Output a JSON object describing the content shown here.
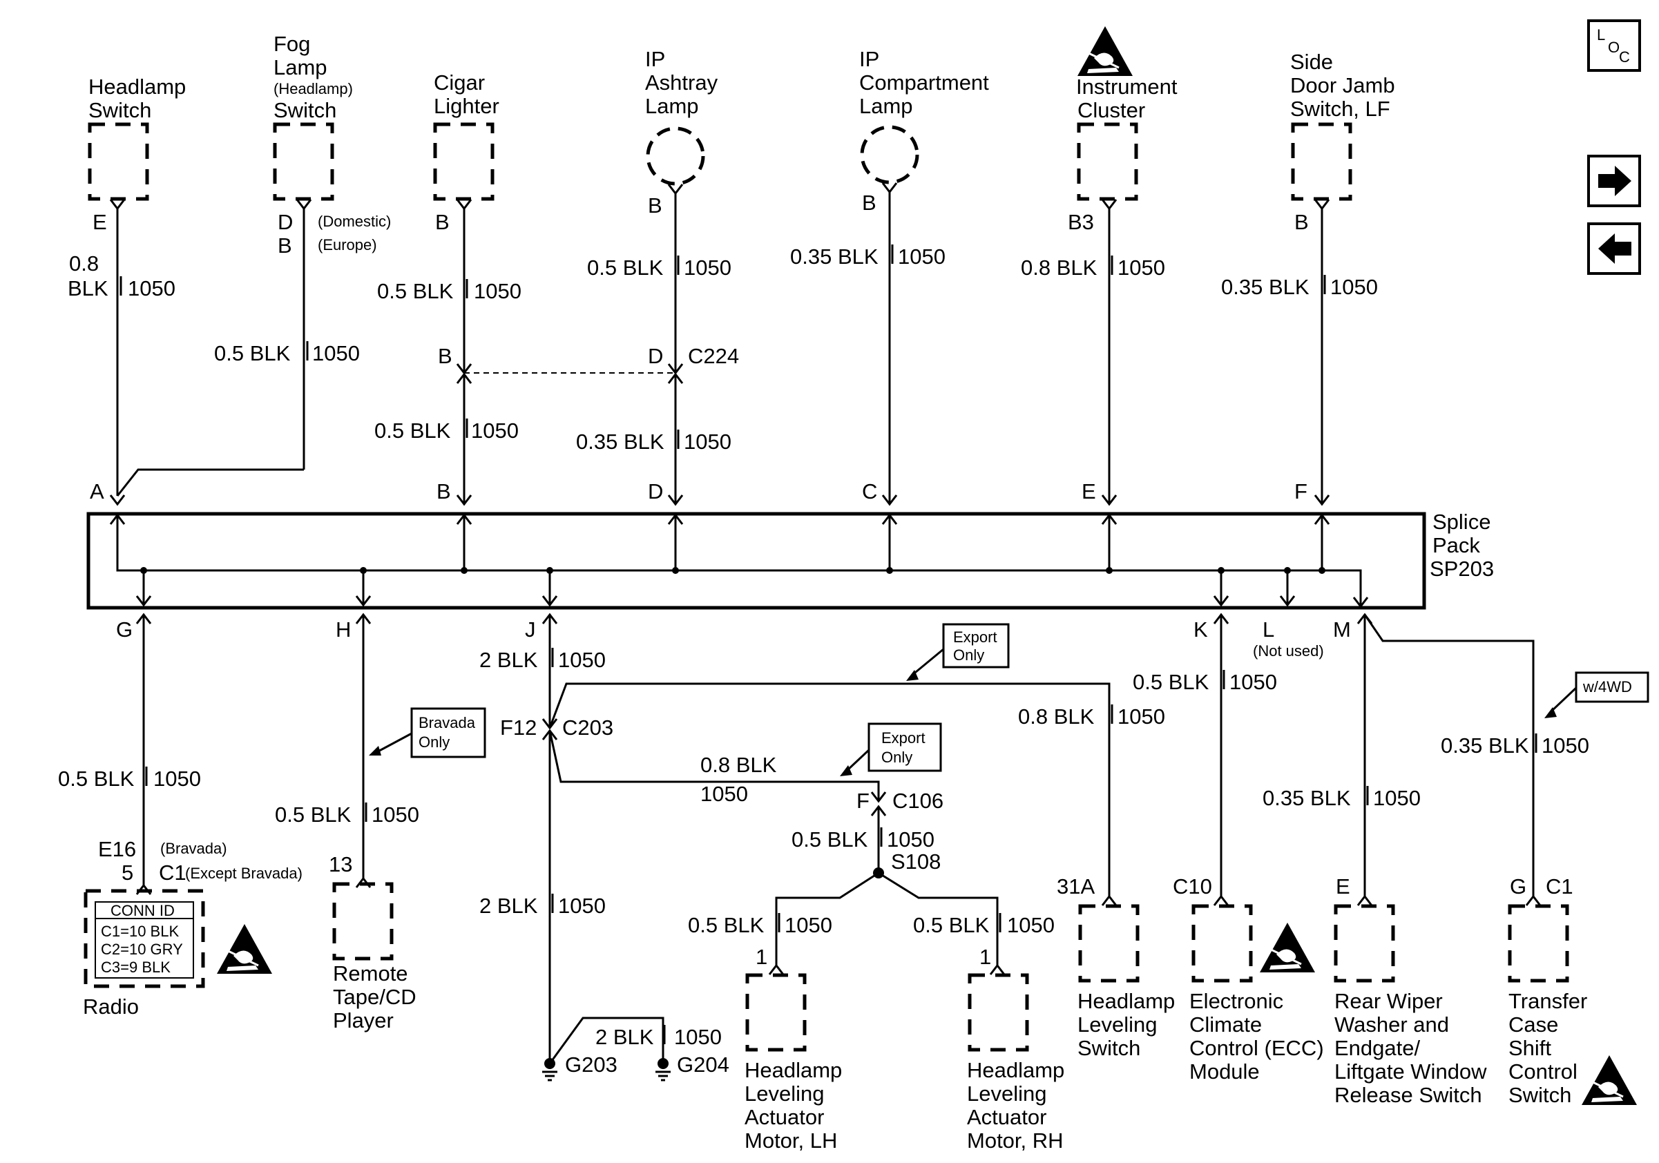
{
  "components": {
    "headlamp_switch": {
      "name": [
        "Headlamp",
        "Switch"
      ],
      "pin": "E",
      "wire": [
        "0.8",
        "BLK",
        "1050"
      ]
    },
    "fog_lamp_switch": {
      "name": [
        "Fog",
        "Lamp",
        "(Headlamp)",
        "Switch"
      ],
      "pin_d": "D",
      "pin_b": "B",
      "note_domestic": "(Domestic)",
      "note_europe": "(Europe)",
      "wire": [
        "0.5 BLK",
        "1050"
      ]
    },
    "cigar_lighter": {
      "name": [
        "Cigar",
        "Lighter"
      ],
      "pin": "B",
      "wire_top": [
        "0.5 BLK",
        "1050"
      ],
      "wire_bottom": [
        "0.5 BLK",
        "1050"
      ],
      "conn_pin": "B"
    },
    "ip_ashtray_lamp": {
      "name": [
        "IP",
        "Ashtray",
        "Lamp"
      ],
      "pin": "B",
      "wire_top": [
        "0.5 BLK",
        "1050"
      ],
      "conn_pin": "D",
      "connector": "C224",
      "wire_bottom": [
        "0.35 BLK",
        "1050"
      ]
    },
    "ip_compartment_lamp": {
      "name": [
        "IP",
        "Compartment",
        "Lamp"
      ],
      "pin": "B",
      "wire": [
        "0.35 BLK",
        "1050"
      ]
    },
    "instrument_cluster": {
      "name": [
        "Instrument",
        "Cluster"
      ],
      "pin": "B3",
      "wire": [
        "0.8 BLK",
        "1050"
      ]
    },
    "side_door_jamb_switch": {
      "name": [
        "Side",
        "Door Jamb",
        "Switch, LF"
      ],
      "pin": "B",
      "wire": [
        "0.35 BLK",
        "1050"
      ]
    },
    "radio": {
      "name": "Radio",
      "pin_e16": "E16",
      "note_bravada": "(Bravada)",
      "pin_5": "5",
      "pin_c1": "C1",
      "note_except": "(Except Bravada)",
      "wire": [
        "0.5 BLK",
        "1050"
      ],
      "conn_id": {
        "title": "CONN ID",
        "rows": [
          "C1=10 BLK",
          "C2=10 GRY",
          "C3=9 BLK"
        ]
      }
    },
    "remote_tape_cd": {
      "name": [
        "Remote",
        "Tape/CD",
        "Player"
      ],
      "pin": "13",
      "wire": [
        "0.5 BLK",
        "1050"
      ],
      "note": [
        "Bravada",
        "Only"
      ]
    },
    "headlamp_leveling_switch": {
      "name": [
        "Headlamp",
        "Leveling",
        "Switch"
      ],
      "pin": "31A",
      "wire": [
        "0.8 BLK",
        "1050"
      ]
    },
    "ecc_module": {
      "name": [
        "Electronic",
        "Climate",
        "Control (ECC)",
        "Module"
      ],
      "pin": "C10",
      "wire": [
        "0.5 BLK",
        "1050"
      ]
    },
    "rear_wiper_switch": {
      "name": [
        "Rear Wiper",
        "Washer and",
        "Endgate/",
        "Liftgate Window",
        "Release Switch"
      ],
      "pin": "E",
      "wire": [
        "0.35 BLK",
        "1050"
      ]
    },
    "transfer_case_switch": {
      "name": [
        "Transfer",
        "Case",
        "Shift",
        "Control",
        "Switch"
      ],
      "pin": "G",
      "pin_c1": "C1",
      "wire": [
        "0.35 BLK",
        "1050"
      ],
      "note": "w/4WD"
    },
    "actuator_lh": {
      "name": [
        "Headlamp",
        "Leveling",
        "Actuator",
        "Motor, LH"
      ],
      "pin": "1",
      "wire": [
        "0.5 BLK",
        "1050"
      ]
    },
    "actuator_rh": {
      "name": [
        "Headlamp",
        "Leveling",
        "Actuator",
        "Motor, RH"
      ],
      "pin": "1",
      "wire": [
        "0.5 BLK",
        "1050"
      ]
    }
  },
  "splice_pack": {
    "name": [
      "Splice",
      "Pack",
      "SP203"
    ],
    "top_pins": [
      "A",
      "B",
      "D",
      "C",
      "E",
      "F"
    ],
    "bottom_pins": {
      "g": "G",
      "h": "H",
      "j": "J",
      "k": "K",
      "l": "L",
      "m": "M"
    },
    "not_used": "(Not used)"
  },
  "j_branch": {
    "wire_top": [
      "2 BLK",
      "1050"
    ],
    "connector_pin": "F12",
    "connector": "C203",
    "wire_ground": [
      "2 BLK",
      "1050"
    ],
    "wire_ground_link": [
      "2 BLK",
      "1050"
    ],
    "grounds": [
      "G203",
      "G204"
    ],
    "export_note_1": [
      "Export",
      "Only"
    ],
    "export_note_2": [
      "Export",
      "Only"
    ],
    "wire_c106": [
      "0.8 BLK",
      "1050"
    ],
    "c106_pin": "F",
    "c106": "C106",
    "wire_s108": [
      "0.5 BLK",
      "1050"
    ],
    "splice": "S108"
  },
  "nav": {
    "loc": {
      "l": "L",
      "o": "O",
      "c": "C"
    },
    "next_icon": "arrow-right-icon",
    "prev_icon": "arrow-left-icon"
  }
}
